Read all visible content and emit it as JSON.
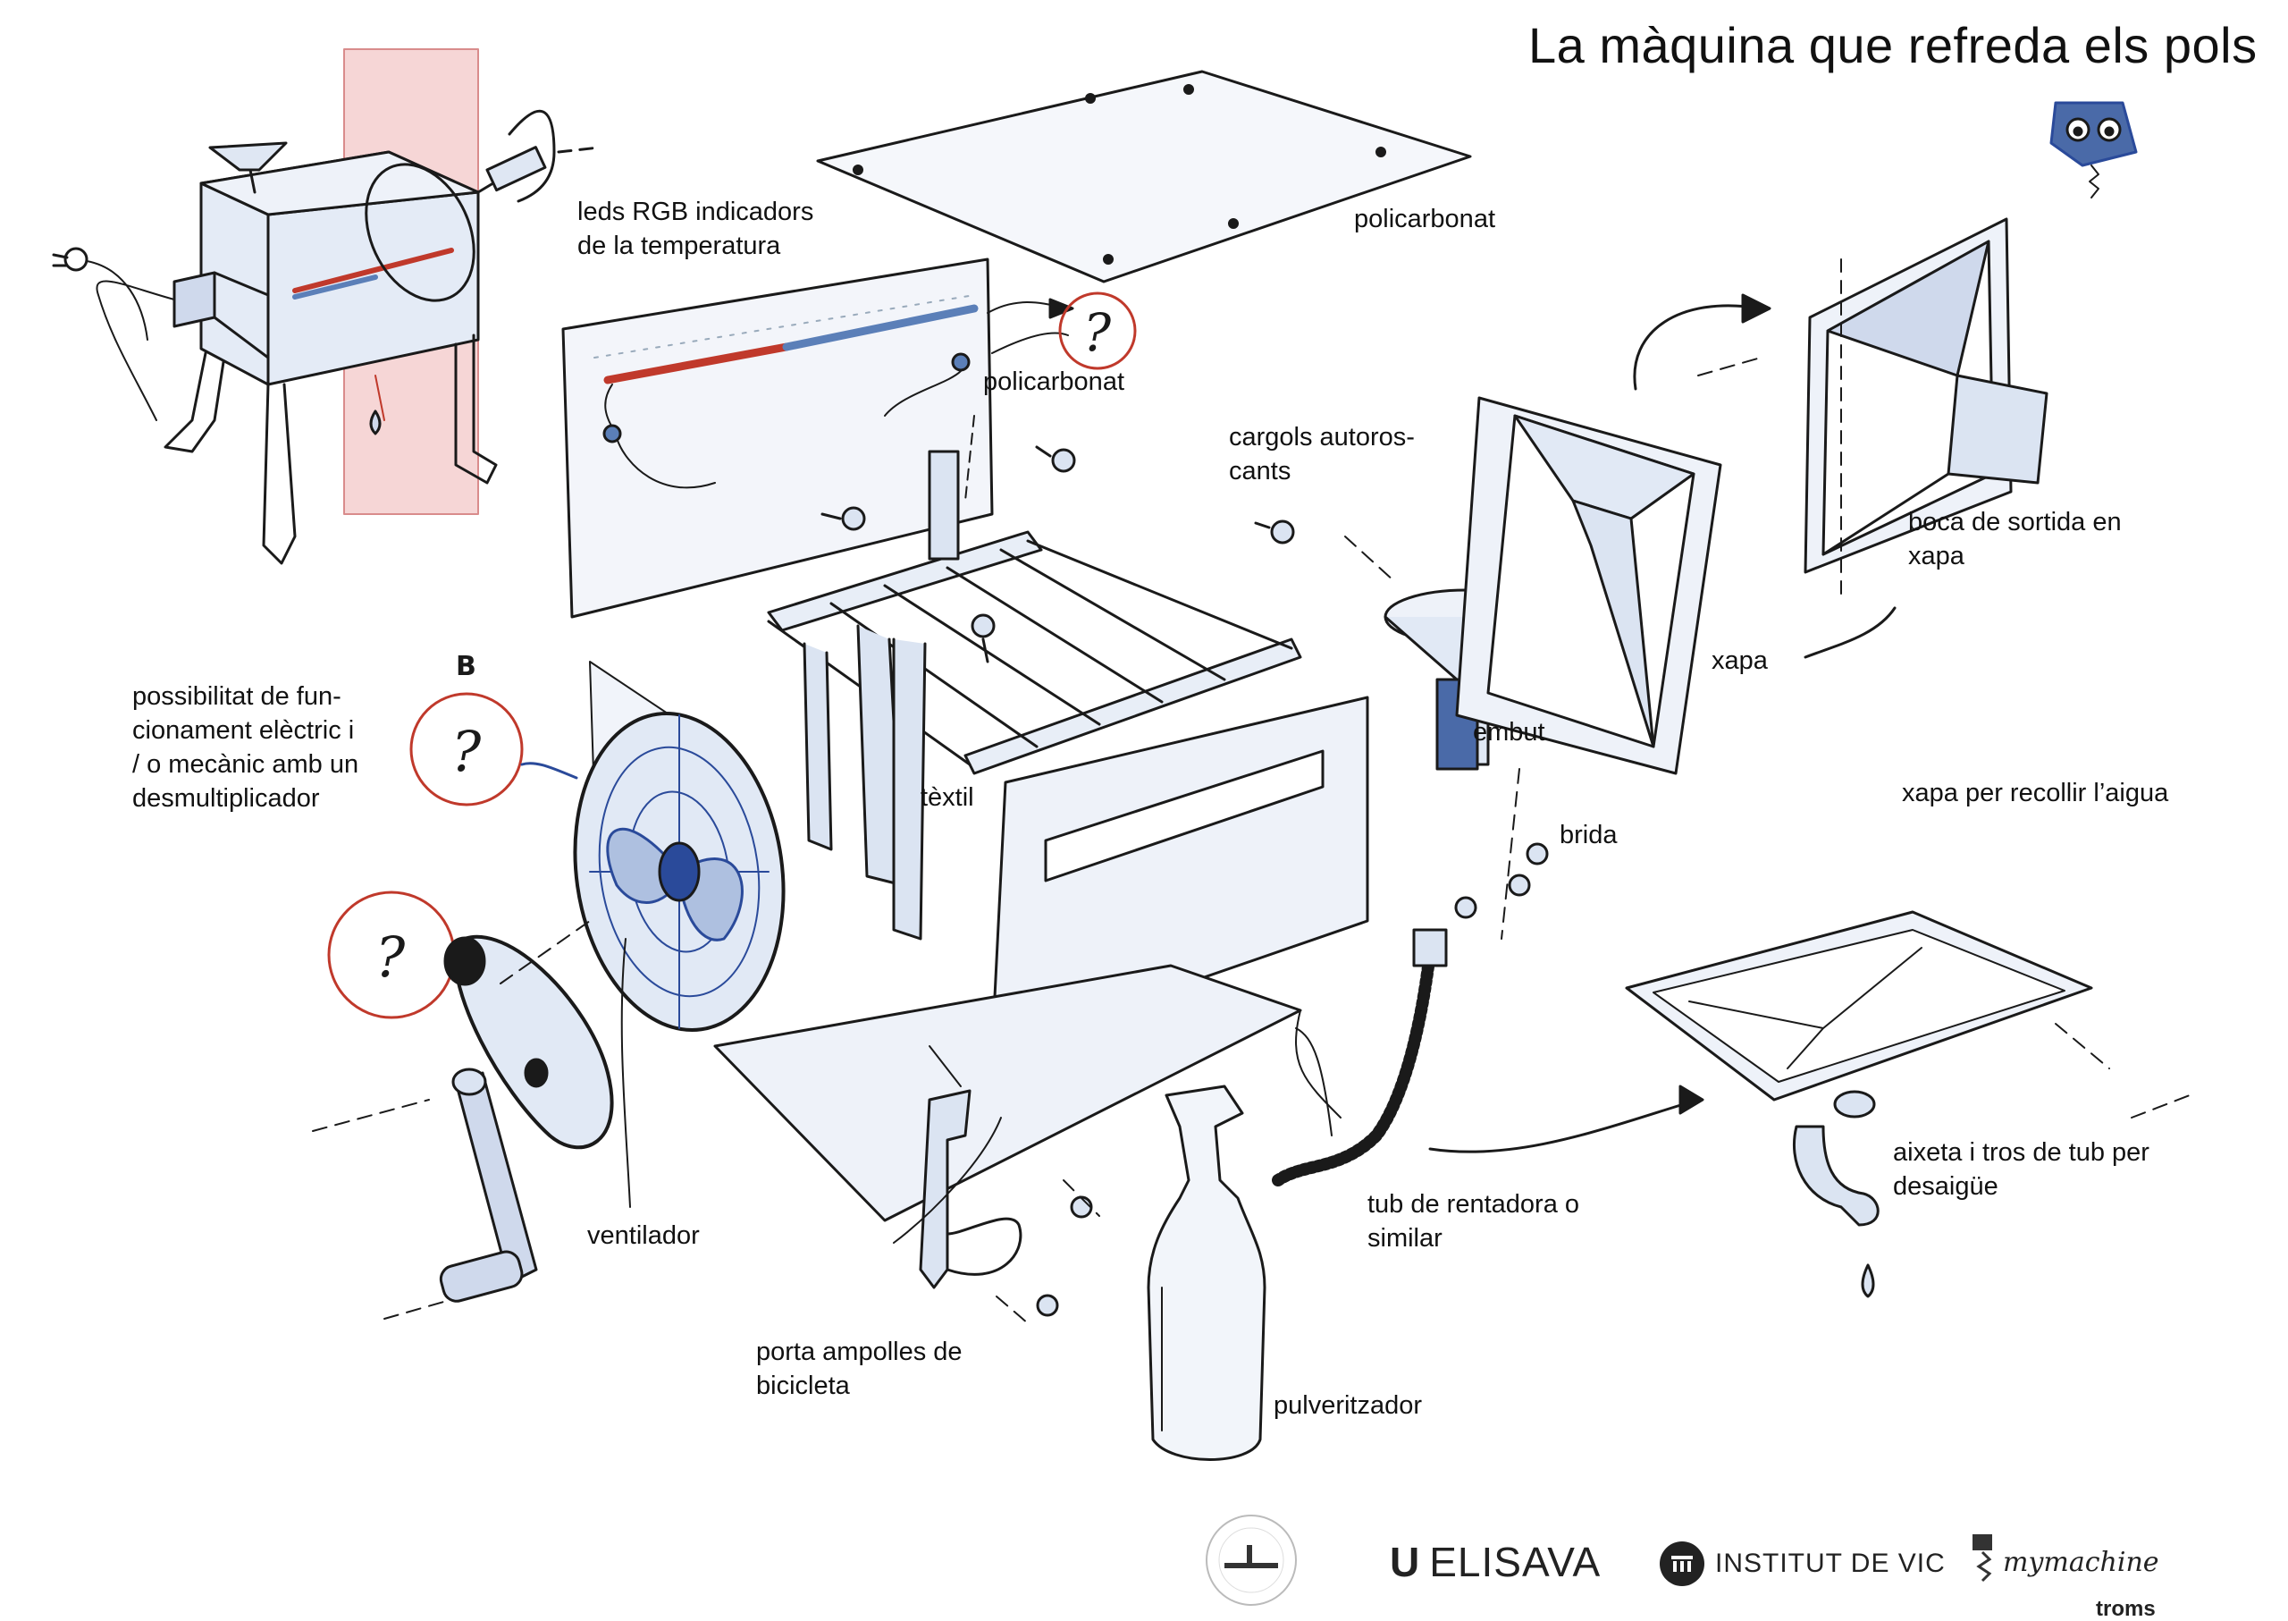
{
  "title": "La màquina que refreda els pols",
  "labels": {
    "leds": "leds RGB indicadors\nde la temperatura",
    "policarbonat_top": "policarbonat",
    "policarbonat_mid": "policarbonat",
    "cargols": "cargols autoros-\ncants",
    "boca": "boca de sortida en\nxapa",
    "xapa": "xapa",
    "embut": "embut",
    "brida": "brida",
    "possibilitat": "possibilitat de fun-\ncionament elèctric i\n/ o mecànic amb un\ndesmultiplicador",
    "textil": "tèxtil",
    "xapa_aigua": "xapa per recollir l’aigua",
    "aixeta": "aixeta i tros de tub per\ndesaigüe",
    "tub": "tub de rentadora o\nsimilar",
    "ventilador": "ventilador",
    "porta": "porta ampolles de\nbicicleta",
    "pulveritzador": "pulveritzador"
  },
  "marks": {
    "question": "?",
    "letter_b": "B"
  },
  "logos": {
    "elisava": "ELISAVA",
    "elisava_u": "U",
    "institut": "INSTITUT DE VIC",
    "mymachine": "mymachine",
    "troms": "troms"
  },
  "colors": {
    "ink": "#1a1a1a",
    "blue": "#5b7fb8",
    "red": "#c0392b",
    "wash": "#dbe4f2"
  }
}
